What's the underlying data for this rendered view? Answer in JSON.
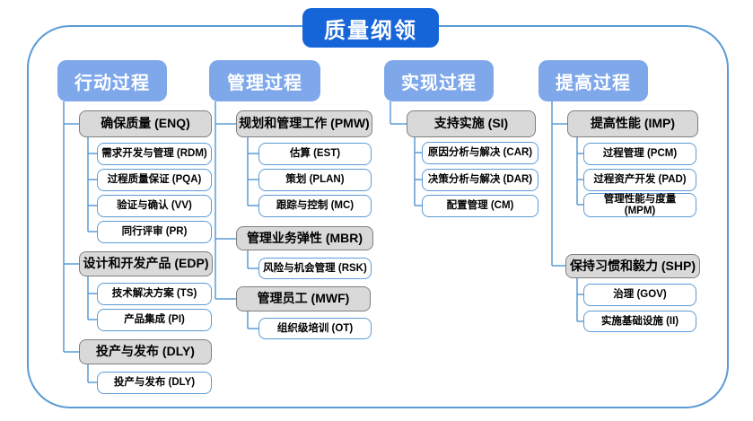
{
  "title": "质量纲领",
  "colors": {
    "title_bg": "#1565D9",
    "header_bg": "#7FA8EA",
    "connector": "#5B9BD5",
    "gray_node_bg": "#D9D9D9",
    "gray_node_border": "#7F7F7F",
    "white_node_border": "#5B9BD5",
    "frame_border": "#5B9BD5"
  },
  "columns": [
    {
      "header": "行动过程",
      "groups": [
        {
          "label": "确保质量 (ENQ)",
          "children": [
            "需求开发与管理 (RDM)",
            "过程质量保证 (PQA)",
            "验证与确认 (VV)",
            "同行评审 (PR)"
          ]
        },
        {
          "label": "设计和开发产品 (EDP)",
          "children": [
            "技术解决方案 (TS)",
            "产品集成 (PI)"
          ]
        },
        {
          "label": "投产与发布 (DLY)",
          "children": [
            "投产与发布 (DLY)"
          ]
        }
      ]
    },
    {
      "header": "管理过程",
      "groups": [
        {
          "label": "规划和管理工作 (PMW)",
          "children": [
            "估算 (EST)",
            "策划 (PLAN)",
            "跟踪与控制 (MC)"
          ]
        },
        {
          "label": "管理业务弹性 (MBR)",
          "children": [
            "风险与机会管理 (RSK)"
          ]
        },
        {
          "label": "管理员工 (MWF)",
          "children": [
            "组织级培训 (OT)"
          ]
        }
      ]
    },
    {
      "header": "实现过程",
      "groups": [
        {
          "label": "支持实施 (SI)",
          "children": [
            "原因分析与解决 (CAR)",
            "决策分析与解决 (DAR)",
            "配置管理 (CM)"
          ]
        }
      ]
    },
    {
      "header": "提高过程",
      "groups": [
        {
          "label": "提高性能 (IMP)",
          "children": [
            "过程管理 (PCM)",
            "过程资产开发 (PAD)",
            "管理性能与度量 (MPM)"
          ]
        },
        {
          "label": "保持习惯和毅力 (SHP)",
          "children": [
            "治理 (GOV)",
            "实施基础设施 (II)"
          ]
        }
      ]
    }
  ]
}
